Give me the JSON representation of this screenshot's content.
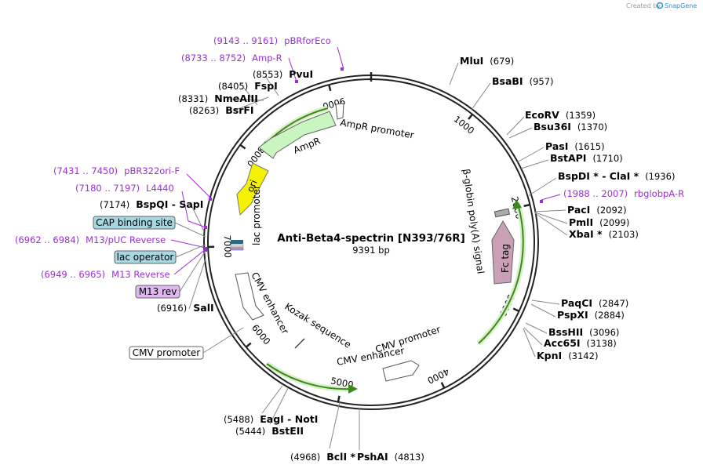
{
  "credit": {
    "prefix": "Created by",
    "brand": "SnapGene"
  },
  "plasmid": {
    "name": "Anti-Beta4-spectrin [N393/76R]",
    "length": "9391 bp"
  },
  "ticks": [
    "1000",
    "2000",
    "3000",
    "4000",
    "5000",
    "6000",
    "7000",
    "8000",
    "9000"
  ],
  "sites": [
    {
      "name": "MluI",
      "pos": "(679)"
    },
    {
      "name": "BsaBI",
      "pos": "(957)"
    },
    {
      "name": "EcoRV",
      "pos": "(1359)"
    },
    {
      "name": "Bsu36I",
      "pos": "(1370)"
    },
    {
      "name": "PasI",
      "pos": "(1615)"
    },
    {
      "name": "BstAPI",
      "pos": "(1710)"
    },
    {
      "name": "BspDI *",
      "sep": " - ",
      "name2": "ClaI *",
      "pos": "(1936)"
    },
    {
      "name": "PacI",
      "pos": "(2092)"
    },
    {
      "name": "PmlI",
      "pos": "(2099)"
    },
    {
      "name": "XbaI *",
      "pos": "(2103)"
    },
    {
      "name": "PaqCI",
      "pos": "(2847)"
    },
    {
      "name": "PspXI",
      "pos": "(2884)"
    },
    {
      "name": "BssHII",
      "pos": "(3096)"
    },
    {
      "name": "Acc65I",
      "pos": "(3138)"
    },
    {
      "name": "KpnI",
      "pos": "(3142)"
    },
    {
      "name": "PshAI",
      "pos": "(4813)"
    },
    {
      "name": "BclI *",
      "pos": "(4968)"
    },
    {
      "name": "BstEII",
      "pos": "(5444)"
    },
    {
      "name": "EagI",
      "sep": " - ",
      "name2": "NotI",
      "pos": "(5488)"
    },
    {
      "name": "SalI",
      "pos": "(6916)"
    },
    {
      "name": "BspQI",
      "sep": " - ",
      "name2": "SapI",
      "pos": "(7174)"
    },
    {
      "name": "BsrFI",
      "pos": "(8263)"
    },
    {
      "name": "NmeAIII",
      "pos": "(8331)"
    },
    {
      "name": "FspI",
      "pos": "(8405)"
    },
    {
      "name": "PvuI",
      "pos": "(8553)"
    }
  ],
  "primers": [
    {
      "range": "(9143 .. 9161)",
      "name": "pBRforEco"
    },
    {
      "range": "(8733 .. 8752)",
      "name": "Amp-R"
    },
    {
      "range": "(1988 .. 2007)",
      "name": "rbglobpA-R"
    },
    {
      "range": "(7431 .. 7450)",
      "name": "pBR322ori-F"
    },
    {
      "range": "(7180 .. 7197)",
      "name": "L4440"
    },
    {
      "range": "(6962 .. 6984)",
      "name": "M13/pUC Reverse"
    },
    {
      "range": "(6949 .. 6965)",
      "name": "M13 Reverse"
    }
  ],
  "boxed_labels": [
    "CAP binding site",
    "lac operator",
    "M13 rev",
    "CMV promoter"
  ],
  "features": {
    "ampr": "AmpR",
    "ampr_promoter": "AmpR promoter",
    "ori": "ori",
    "lac_promoter": "lac promoter",
    "cmv_enhancer_left": "CMV enhancer",
    "kozak": "Kozak sequence",
    "cmv_promoter": "CMV promoter",
    "cmv_enhancer_bottom": "CMV enhancer",
    "fc_tag": "Fc tag",
    "bglobin": "β-globin poly(A) signal"
  },
  "colors": {
    "backbone": "#222222",
    "ampr": "#c8f5c0",
    "ori": "#f5f200",
    "fc_tag": "#c9a0b5",
    "promoter": "#ffffff",
    "primer": "#9b2fd4",
    "orf_arrow": "#5aa02c",
    "cap_box": "#a7d7e0",
    "m13_box": "#e0b8f0",
    "snapgene": "#2b90d9"
  }
}
